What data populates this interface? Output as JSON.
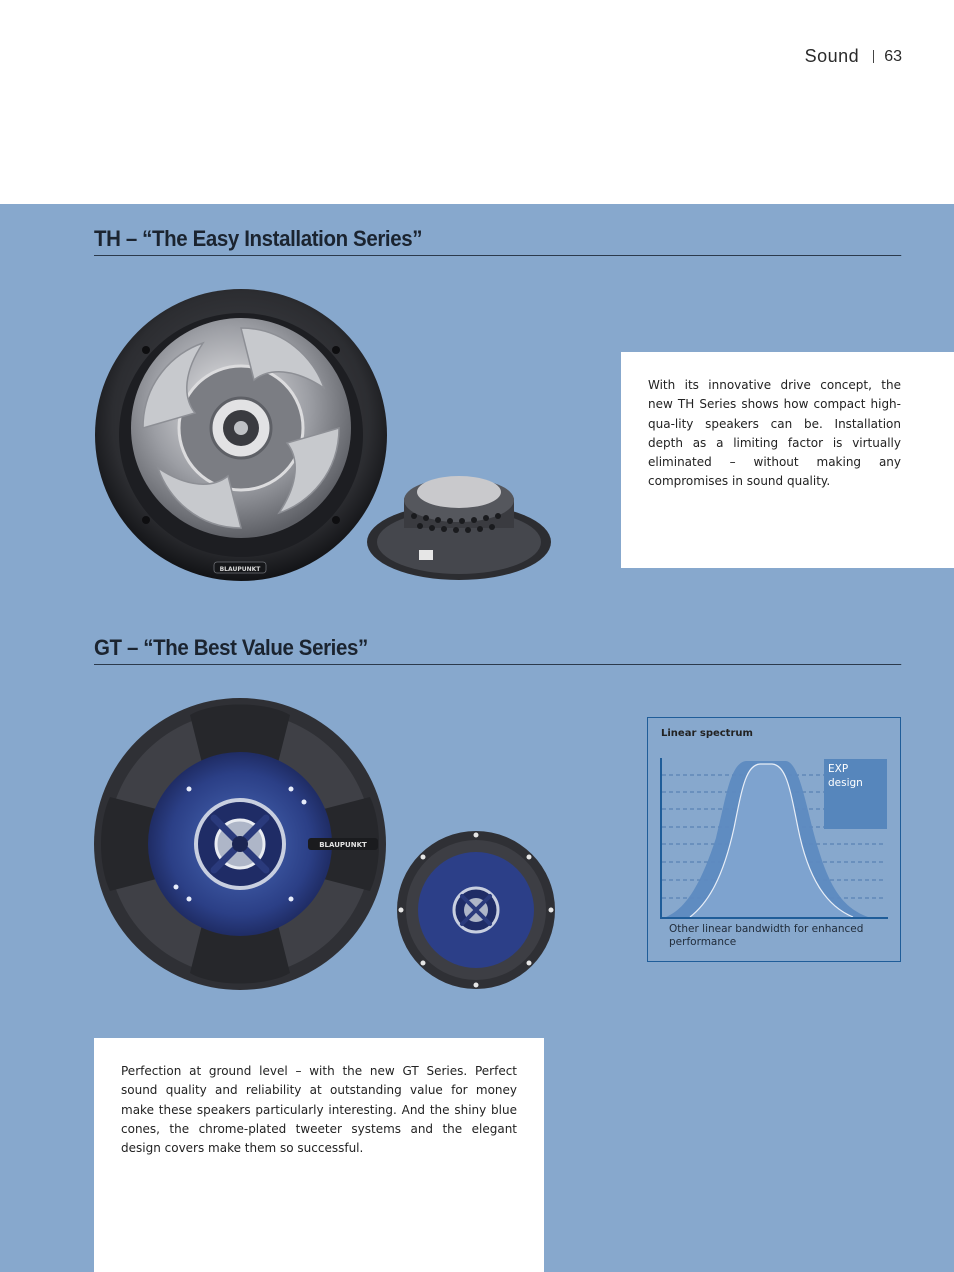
{
  "header": {
    "section": "Sound",
    "page_number": "63"
  },
  "th_section": {
    "title": "TH – “The Easy Installation Series”",
    "body": "With its innovative drive concept, the new TH Series shows how compact high-qua-lity speakers can be. Installation depth as a limiting factor is virtually eliminated – without making any compromises in sound quality.",
    "brand_label": "BLAUPUNKT"
  },
  "gt_section": {
    "title": "GT – “The Best Value Series”",
    "body": "Perfection at ground level – with the new GT Series. Perfect sound quality and reliability at outstanding value for money make these speakers particularly interesting. And the shiny blue cones, the chrome-plated tweeter systems and the elegant design covers make them so successful.",
    "brand_label": "BLAUPUNKT"
  },
  "spectrum_chart": {
    "title": "Linear spectrum",
    "exp_label_line1": "EXP",
    "exp_label_line2": "design",
    "caption": "Other linear bandwidth for enhanced performance"
  },
  "colors": {
    "band_blue": "#87a8cd",
    "chart_border": "#1f5d99",
    "chart_fill": "#5686bc"
  }
}
